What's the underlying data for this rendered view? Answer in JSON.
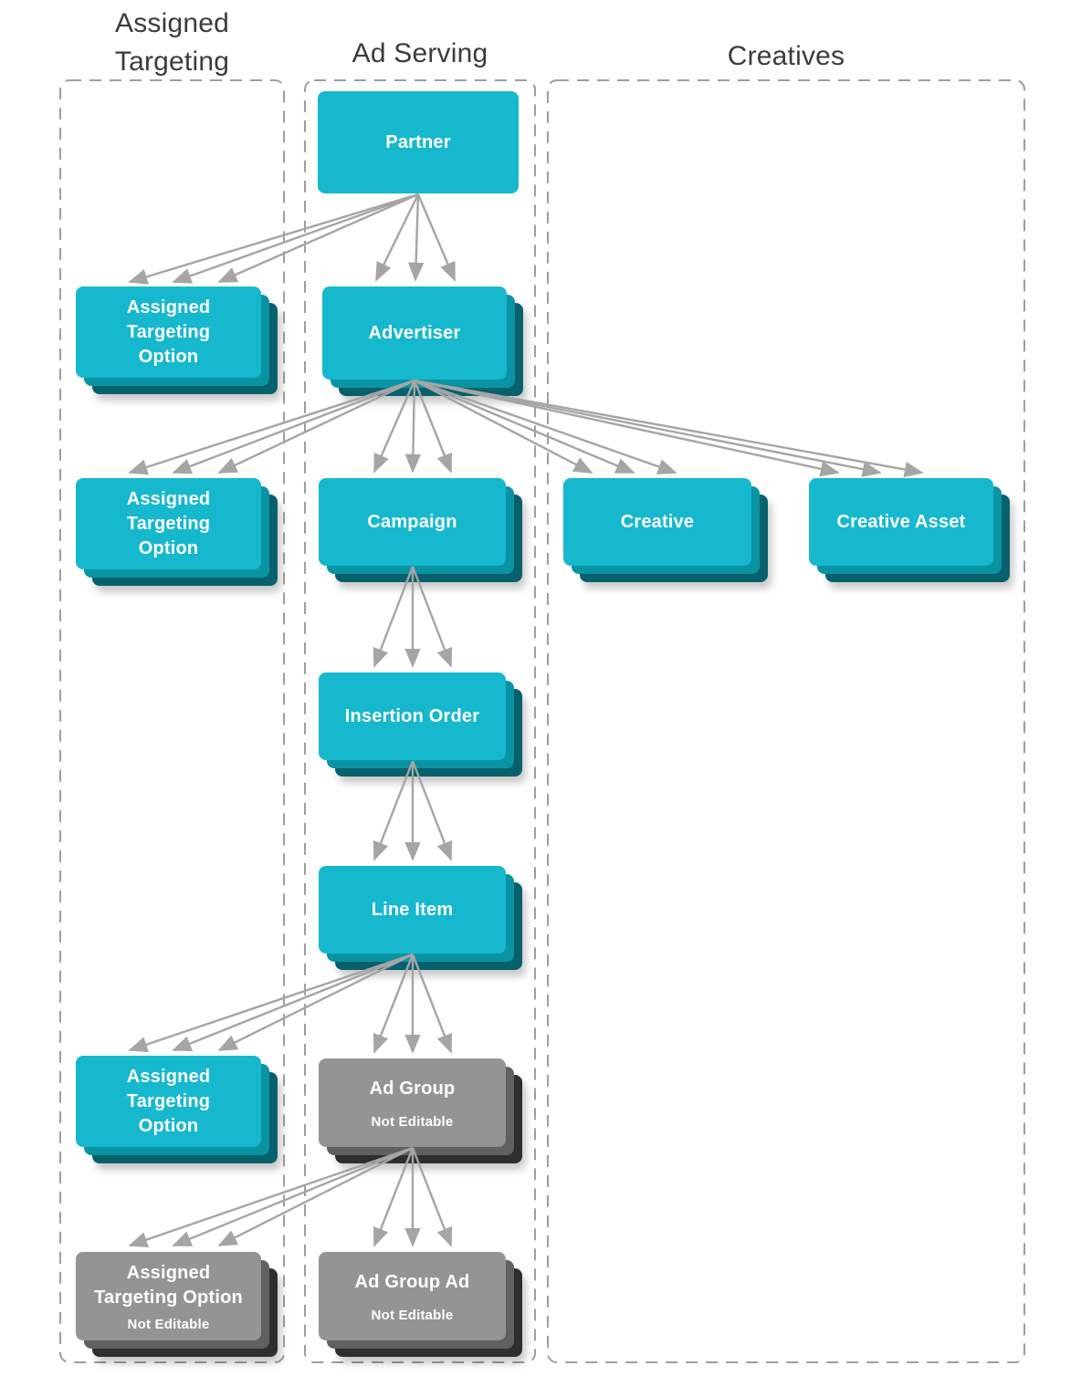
{
  "diagram": {
    "columns": {
      "assigned_targeting": {
        "label": "Assigned\nTargeting"
      },
      "ad_serving": {
        "label": "Ad Serving"
      },
      "creatives": {
        "label": "Creatives"
      }
    },
    "nodes": {
      "partner": {
        "label": "Partner",
        "editable": true
      },
      "ato_partner": {
        "label": "Assigned\nTargeting\nOption",
        "editable": true
      },
      "advertiser": {
        "label": "Advertiser",
        "editable": true
      },
      "ato_advertiser": {
        "label": "Assigned\nTargeting\nOption",
        "editable": true
      },
      "campaign": {
        "label": "Campaign",
        "editable": true
      },
      "creative": {
        "label": "Creative",
        "editable": true
      },
      "creative_asset": {
        "label": "Creative Asset",
        "editable": true
      },
      "insertion_order": {
        "label": "Insertion Order",
        "editable": true
      },
      "line_item": {
        "label": "Line Item",
        "editable": true
      },
      "ato_line_item": {
        "label": "Assigned\nTargeting\nOption",
        "editable": true
      },
      "ad_group": {
        "label": "Ad Group",
        "badge": "Not Editable",
        "editable": false
      },
      "ato_ad_group": {
        "label": "Assigned\nTargeting Option",
        "badge": "Not Editable",
        "editable": false
      },
      "ad_group_ad": {
        "label": "Ad Group Ad",
        "badge": "Not Editable",
        "editable": false
      }
    },
    "edges": [
      {
        "from": "partner",
        "to": "ato_partner",
        "arrows": 3
      },
      {
        "from": "partner",
        "to": "advertiser",
        "arrows": 3
      },
      {
        "from": "advertiser",
        "to": "ato_advertiser",
        "arrows": 3
      },
      {
        "from": "advertiser",
        "to": "campaign",
        "arrows": 3
      },
      {
        "from": "advertiser",
        "to": "creative",
        "arrows": 3
      },
      {
        "from": "advertiser",
        "to": "creative_asset",
        "arrows": 3
      },
      {
        "from": "campaign",
        "to": "insertion_order",
        "arrows": 3
      },
      {
        "from": "insertion_order",
        "to": "line_item",
        "arrows": 3
      },
      {
        "from": "line_item",
        "to": "ad_group",
        "arrows": 3
      },
      {
        "from": "line_item",
        "to": "ato_line_item",
        "arrows": 3
      },
      {
        "from": "ad_group",
        "to": "ad_group_ad",
        "arrows": 3
      },
      {
        "from": "ad_group",
        "to": "ato_ad_group",
        "arrows": 3
      }
    ],
    "colors": {
      "editable-front": "#16B8CE",
      "editable-mid": "#0A93A3",
      "editable-back": "#07616C",
      "not-editable-front": "#949494",
      "not-editable-mid": "#606060",
      "not-editable-back": "#2E2E2E",
      "arrow": "#A5A5A5",
      "column-border": "#9E9E9E",
      "header-text": "#3C3C3C"
    }
  }
}
